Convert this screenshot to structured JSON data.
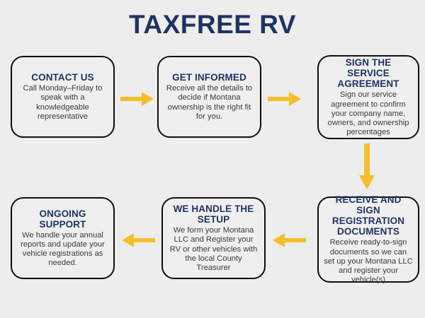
{
  "page": {
    "title": "TAXFREE RV",
    "background_color": "#ededed",
    "brand_navy": "#1f3362",
    "arrow_gold": "#f5be2a",
    "body_text_color": "#3a3a3a",
    "box_border_color": "#0e0e0e",
    "box_fill_color": "#efefef"
  },
  "steps": [
    {
      "id": "contact-us",
      "heading": "CONTACT US",
      "body": "Call Monday–Friday to speak with a knowledgeable representative"
    },
    {
      "id": "get-informed",
      "heading": "GET INFORMED",
      "body": "Receive all the details to decide if Montana ownership is the right fit for you."
    },
    {
      "id": "sign-agreement",
      "heading": "SIGN THE SERVICE AGREEMENT",
      "body": "Sign our service agreement to confirm your company name, owners, and ownership percentages"
    },
    {
      "id": "receive-sign-registration",
      "heading": "RECEIVE AND SIGN REGISTRATION DOCUMENTS",
      "body": "Receive ready-to-sign documents so we can set up your Montana LLC and register your vehicle(s)"
    },
    {
      "id": "we-handle-setup",
      "heading": "WE HANDLE THE SETUP",
      "body": "We form your Montana LLC and Register your RV or other vehicles with the local County Treasurer"
    },
    {
      "id": "ongoing-support",
      "heading": "ONGOING SUPPORT",
      "body": "We handle your annual reports and update your vehicle registrations as needed."
    }
  ],
  "arrows": [
    {
      "id": "contact-to-informed",
      "direction": "right"
    },
    {
      "id": "informed-to-sign",
      "direction": "right"
    },
    {
      "id": "sign-to-receive",
      "direction": "down"
    },
    {
      "id": "receive-to-setup",
      "direction": "left"
    },
    {
      "id": "setup-to-support",
      "direction": "left"
    }
  ]
}
